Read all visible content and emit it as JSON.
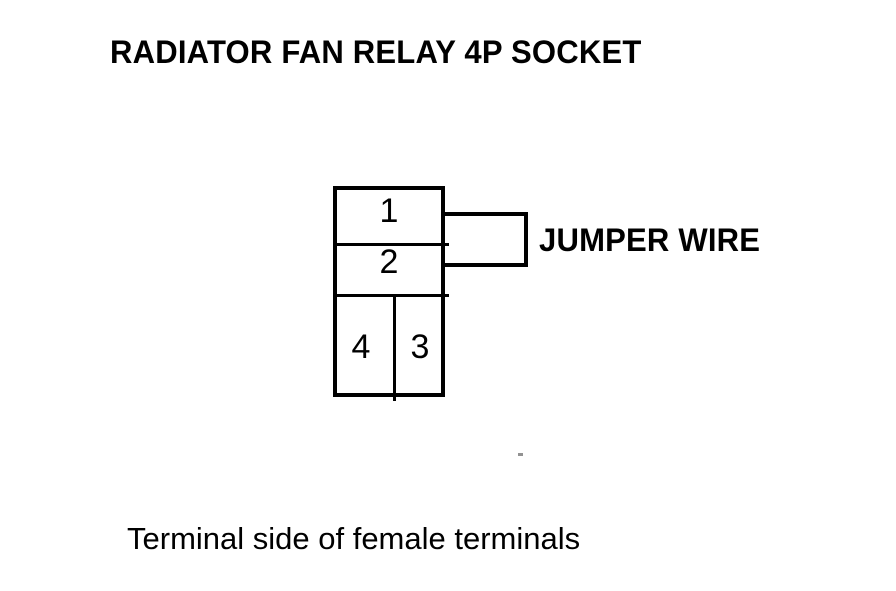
{
  "diagram": {
    "title": "RADIATOR FAN RELAY 4P SOCKET",
    "caption": "Terminal side of female terminals",
    "jumper": {
      "label": "JUMPER WIRE"
    },
    "socket": {
      "terminal_count": "4",
      "terminals": [
        {
          "number": "1",
          "position": "top-row"
        },
        {
          "number": "2",
          "position": "middle-row"
        },
        {
          "number": "4",
          "position": "bottom-row-left"
        },
        {
          "number": "3",
          "position": "bottom-row-right"
        }
      ]
    },
    "colors": {
      "ink": "#000000",
      "background": "#ffffff"
    }
  }
}
